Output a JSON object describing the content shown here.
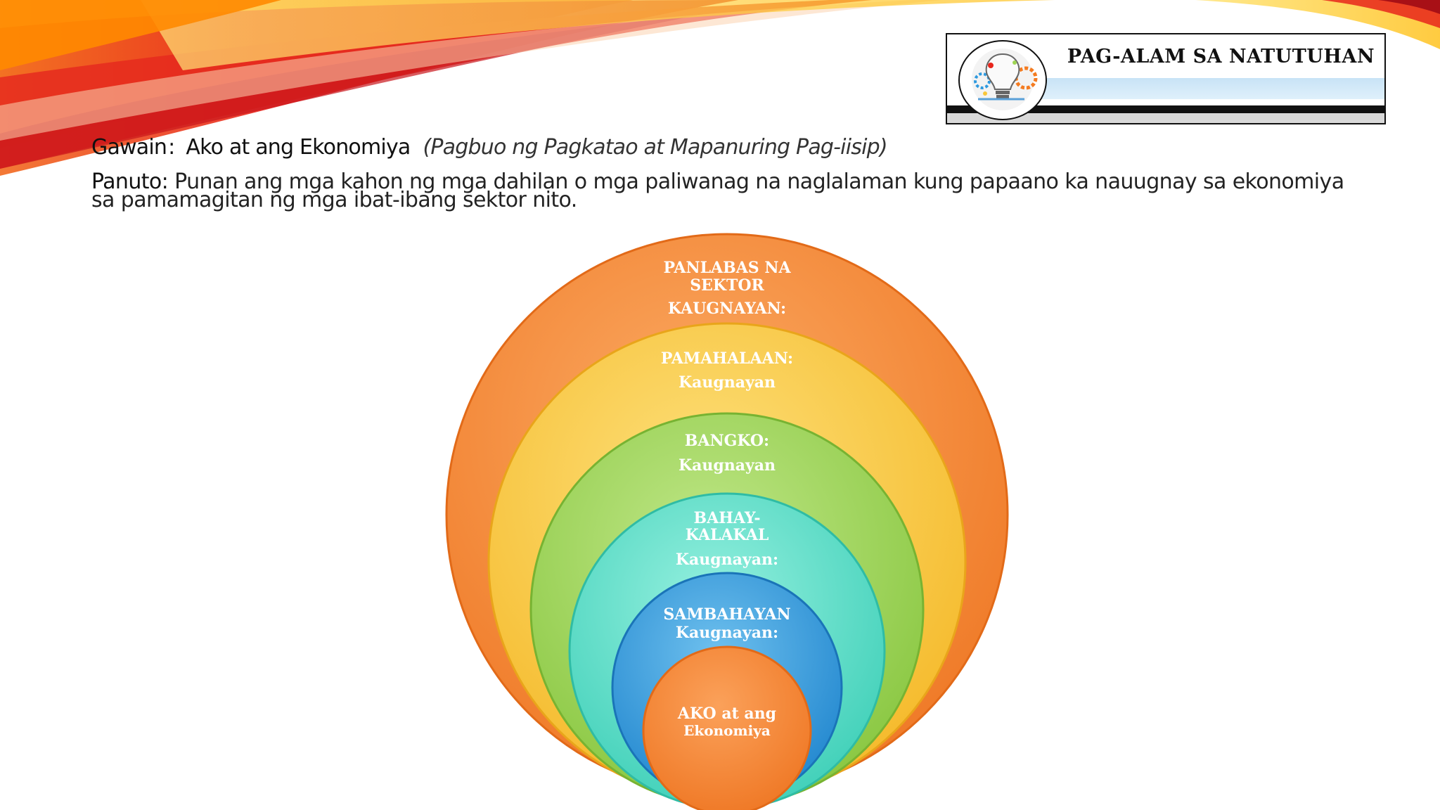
{
  "header": {
    "title": "PAG-ALAM SA NATUTUHAN",
    "logo_icon": "lightbulb-gear-logo-icon"
  },
  "activity": {
    "gawain_label": "Gawain",
    "separator": ":",
    "title": "Ako at ang Ekonomiya",
    "subtitle": "(Pagbuo ng Pagkatao at Mapanuring Pag-iisip)"
  },
  "instructions": {
    "label": "Panuto:",
    "text": "Punan ang mga kahon ng mga dahilan o mga paliwanag na naglalaman kung papaano ka nauugnay sa ekonomiya sa pamamagitan ng mga ibat-ibang sektor nito."
  },
  "diagram": {
    "rings": [
      {
        "line1": "PANLABAS NA",
        "line2": "SEKTOR",
        "line3": "KAUGNAYAN:",
        "color": "#f5893a"
      },
      {
        "line1": "PAMAHALAAN:",
        "line2": "Kaugnayan",
        "color": "#f8c63a"
      },
      {
        "line1": "BANGKO:",
        "line2": "Kaugnayan",
        "color": "#9ed553"
      },
      {
        "line1": "BAHAY-",
        "line2": "KALAKAL",
        "line3": "Kaugnayan:",
        "color": "#5ee0c9"
      },
      {
        "line1": "SAMBAHAYAN",
        "line2": "Kaugnayan:",
        "color": "#2f9adf"
      },
      {
        "line1": "AKO at ang",
        "line2": "Ekonomiya",
        "color": "#f5893a"
      }
    ]
  },
  "colors": {
    "ribbon_red": "#e8261c",
    "ribbon_orange": "#f7941d",
    "ribbon_yellow": "#ffd21f"
  }
}
